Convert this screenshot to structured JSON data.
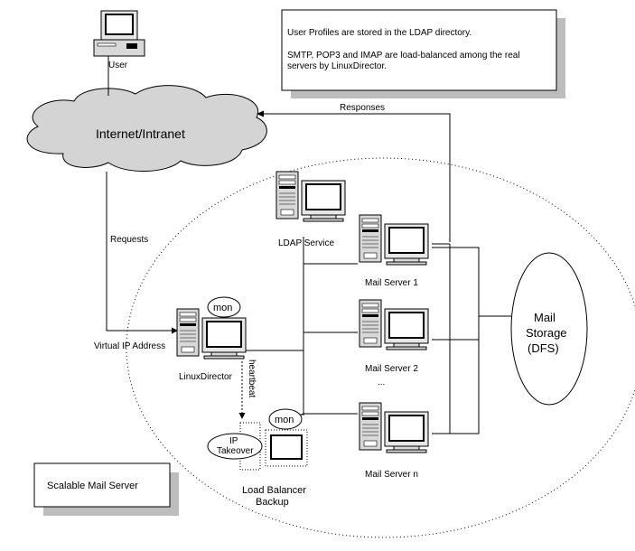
{
  "notes": {
    "line1": "User Profiles are stored in the LDAP directory.",
    "line2": "SMTP, POP3 and IMAP are load-balanced among the real",
    "line3": "servers by LinuxDirector."
  },
  "labels": {
    "user": "User",
    "cloud": "Internet/Intranet",
    "responses": "Responses",
    "requests": "Requests",
    "virtual_ip": "Virtual IP Address",
    "linux_director": "LinuxDirector",
    "heartbeat": "heartbeat",
    "mon_director": "mon",
    "mon_backup": "mon",
    "ip_takeover_1": "IP",
    "ip_takeover_2": "Takeover",
    "lb_backup_1": "Load Balancer",
    "lb_backup_2": "Backup",
    "ldap": "LDAP Service",
    "mail1": "Mail Server 1",
    "mail2": "Mail Server 2",
    "mailn": "Mail Server n",
    "ellipsis": "...",
    "storage_1": "Mail",
    "storage_2": "Storage",
    "storage_3": "(DFS)"
  },
  "title_box": "Scalable Mail Server"
}
